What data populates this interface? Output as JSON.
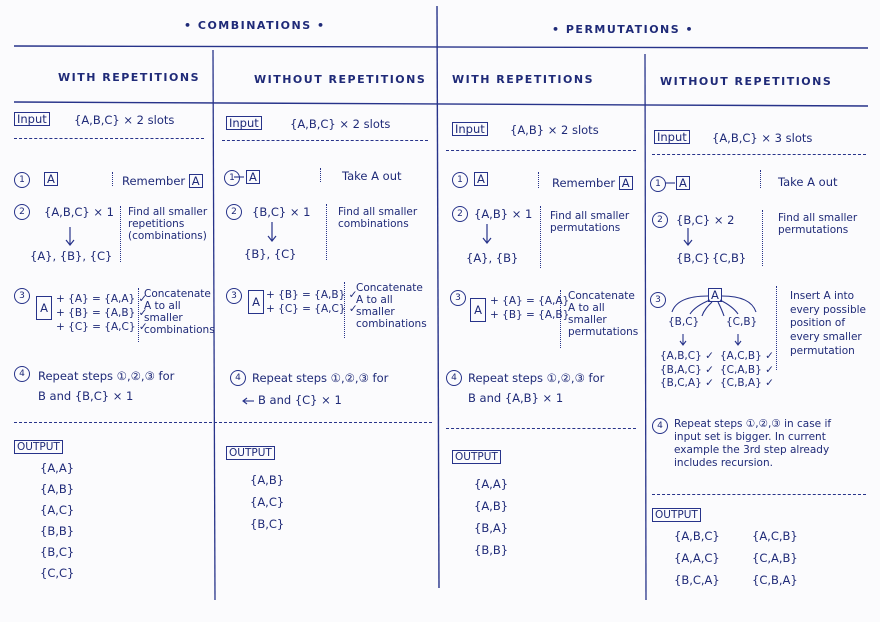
{
  "headers": {
    "combinations": "COMBINATIONS",
    "permutations": "PERMUTATIONS",
    "with_rep": "WITH REPETITIONS",
    "without_rep": "WITHOUT REPETITIONS"
  },
  "labels": {
    "input": "Input",
    "output": "OUTPUT"
  },
  "col1": {
    "input_text": "{A,B,C} × 2 slots",
    "s1_box": "A",
    "s1_note": "Remember",
    "s2_expr": "{A,B,C} × 1",
    "s2_note": "Find all smaller\nrepetitions\n(combinations)",
    "s2_result": "{A}, {B}, {C}",
    "s3_box": "A",
    "s3_lines": "+ {A} = {A,A} ✓\n+ {B} = {A,B} ✓\n+ {C} = {A,C} ✓",
    "s3_note": "Concatenate\nA to all\nsmaller\ncombinations",
    "s4_line1": "Repeat steps ①,②,③ for",
    "s4_line2": "B and {B,C} × 1",
    "output": [
      "{A,A}",
      "{A,B}",
      "{A,C}",
      "{B,B}",
      "{B,C}",
      "{C,C}"
    ]
  },
  "col2": {
    "input_text": "{A,B,C} × 2 slots",
    "s1_box": "A",
    "s1_note": "Take A out",
    "s2_expr": "{B,C} × 1",
    "s2_note": "Find all smaller\ncombinations",
    "s2_result": "{B}, {C}",
    "s3_box": "A",
    "s3_lines": "+ {B} = {A,B} ✓\n+ {C} = {A,C} ✓",
    "s3_note": "Concatenate\nA to all\nsmaller\ncombinations",
    "s4_line1": "Repeat steps ①,②,③ for",
    "s4_line2": "B and {C} × 1",
    "output": [
      "{A,B}",
      "{A,C}",
      "{B,C}"
    ]
  },
  "col3": {
    "input_text": "{A,B} × 2 slots",
    "s1_box": "A",
    "s1_note": "Remember",
    "s2_expr": "{A,B} × 1",
    "s2_note": "Find all smaller\npermutations",
    "s2_result": "{A}, {B}",
    "s3_box": "A",
    "s3_lines": "+ {A} = {A,A}\n+ {B} = {A,B}",
    "s3_note": "Concatenate\nA to all\nsmaller\npermutations",
    "s4_line1": "Repeat steps ①,②,③ for",
    "s4_line2": "B and {A,B} × 1",
    "output": [
      "{A,A}",
      "{A,B}",
      "{B,A}",
      "{B,B}"
    ]
  },
  "col4": {
    "input_text": "{A,B,C} × 3 slots",
    "s1_box": "A",
    "s1_note": "Take A out",
    "s2_expr": "{B,C} × 2",
    "s2_note": "Find all smaller\npermutations",
    "s2_result_left": "{B,C}",
    "s2_result_right": "{C,B}",
    "s3_box": "A",
    "s3_left_set": "{B,C}",
    "s3_right_set": "{C,B}",
    "s3_left_results": "{A,B,C} ✓\n{B,A,C} ✓\n{B,C,A} ✓",
    "s3_right_results": "{A,C,B} ✓\n{C,A,B} ✓\n{C,B,A} ✓",
    "s3_note": "Insert A into\nevery possible\nposition of\nevery smaller\npermutation",
    "s4_text": "Repeat steps ①,②,③ in case if\ninput set is bigger. In current\nexample the 3rd step already\nincludes recursion.",
    "output_left": [
      "{A,B,C}",
      "{A,A,C}",
      "{B,C,A}"
    ],
    "output_right": [
      "{A,C,B}",
      "{C,A,B}",
      "{C,B,A}"
    ]
  },
  "step_numbers": [
    "1",
    "2",
    "3",
    "4"
  ],
  "colors": {
    "ink": "#27338a",
    "paper": "#fbfbfd"
  }
}
